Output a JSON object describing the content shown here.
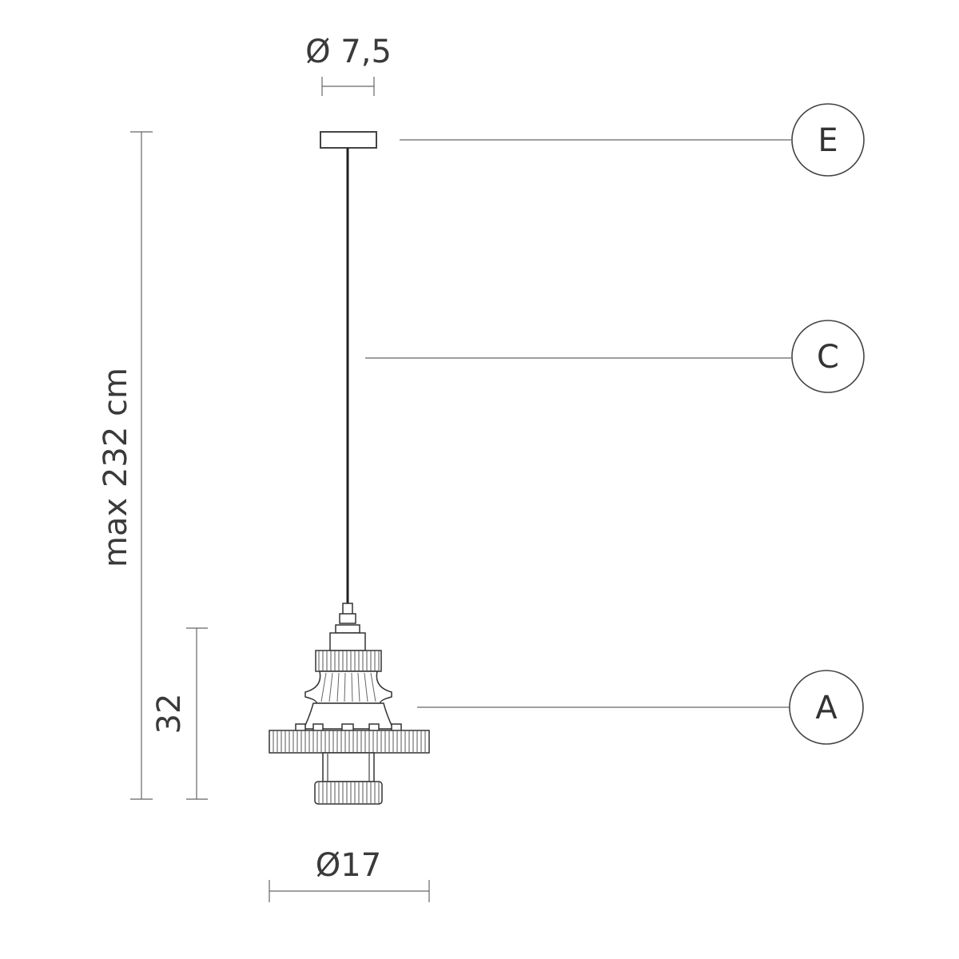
{
  "dimensions": {
    "canopy_diameter": "Ø 7,5",
    "max_height": "max 232 cm",
    "body_height": "32",
    "body_diameter": "Ø17"
  },
  "callouts": {
    "canopy": "E",
    "cable": "C",
    "body": "A"
  },
  "colors": {
    "line": "#444444",
    "text": "#3a3a3a",
    "background": "#ffffff"
  }
}
